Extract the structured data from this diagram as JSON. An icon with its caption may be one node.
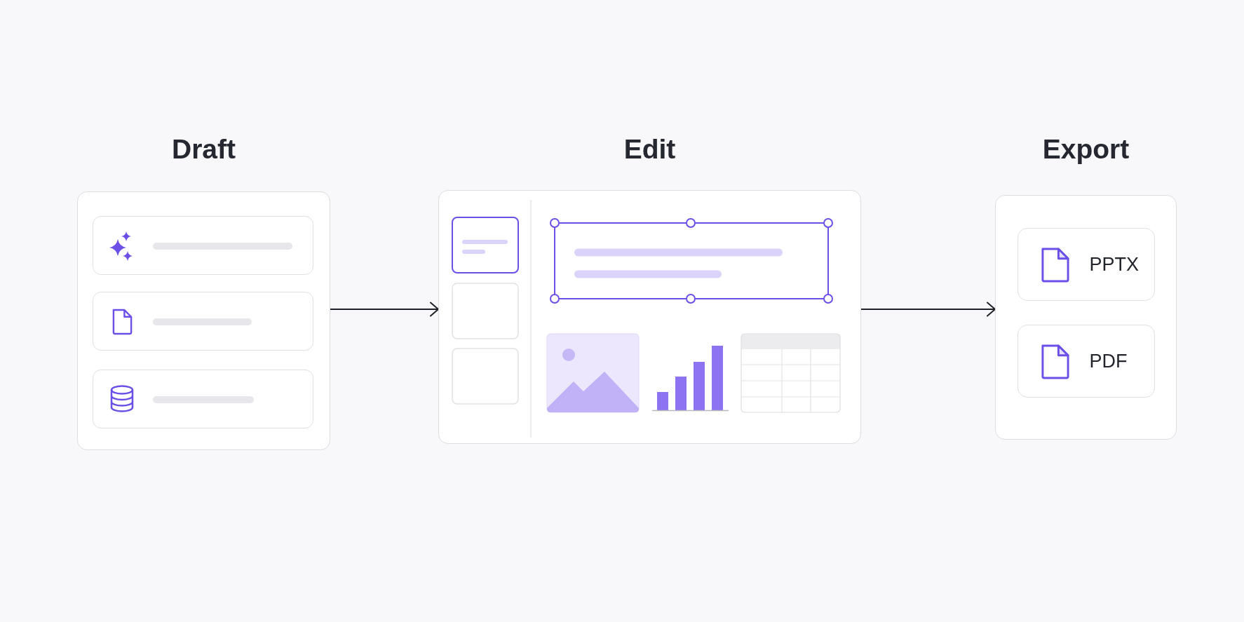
{
  "diagram": {
    "nodes": [
      {
        "text": [
          "Draft"
        ]
      },
      {
        "text": [],
        "shape": "box",
        "in": 0
      },
      {
        "text": [],
        "shape": "box",
        "in": 0
      },
      {
        "text": [],
        "shape": "box",
        "in": 0
      },
      {
        "text": [
          "Edit"
        ]
      },
      {
        "text": [
          "Export"
        ]
      },
      {
        "text": [
          "PPTX"
        ],
        "in": 5
      },
      {
        "text": [
          "PDF"
        ],
        "in": 5
      }
    ],
    "edges": [
      {
        "from": 0,
        "to": 4,
        "arrow": "to"
      },
      {
        "from": 4,
        "to": 5,
        "arrow": "to"
      }
    ]
  }
}
